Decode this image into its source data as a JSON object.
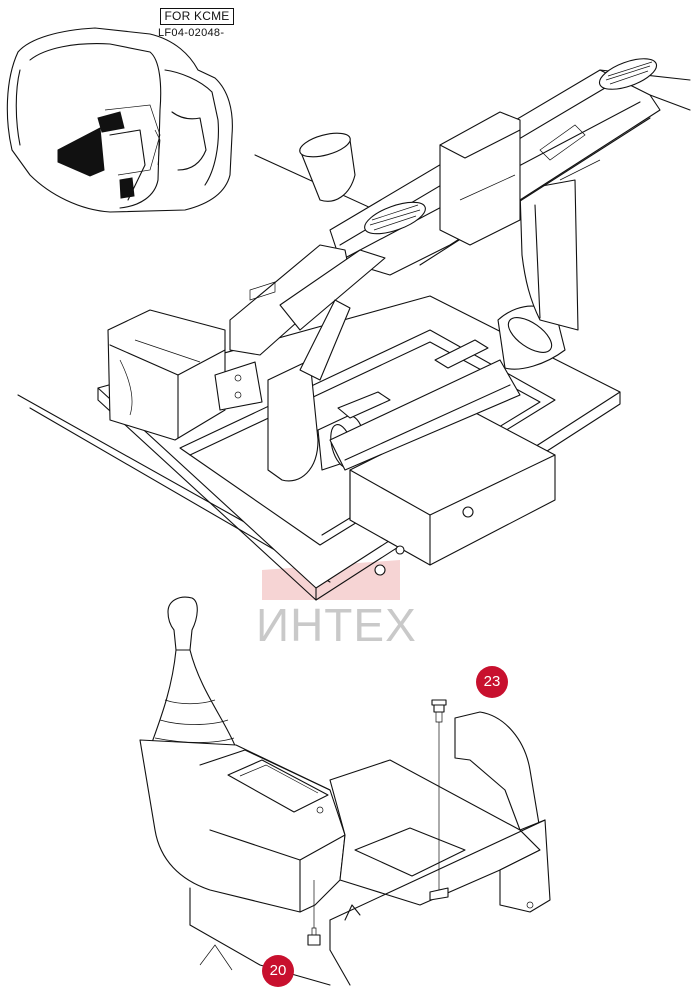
{
  "diagram": {
    "label_box": "FOR KCME",
    "ref_code": "LF04-02048-",
    "watermark": "ИНТЕХ",
    "callouts": [
      {
        "number": "23"
      },
      {
        "number": "20"
      }
    ],
    "colors": {
      "callout": "#c8102e",
      "watermark_text": "#c9c9c9",
      "watermark_logo": "#f3c6c6",
      "line": "#111111"
    }
  }
}
